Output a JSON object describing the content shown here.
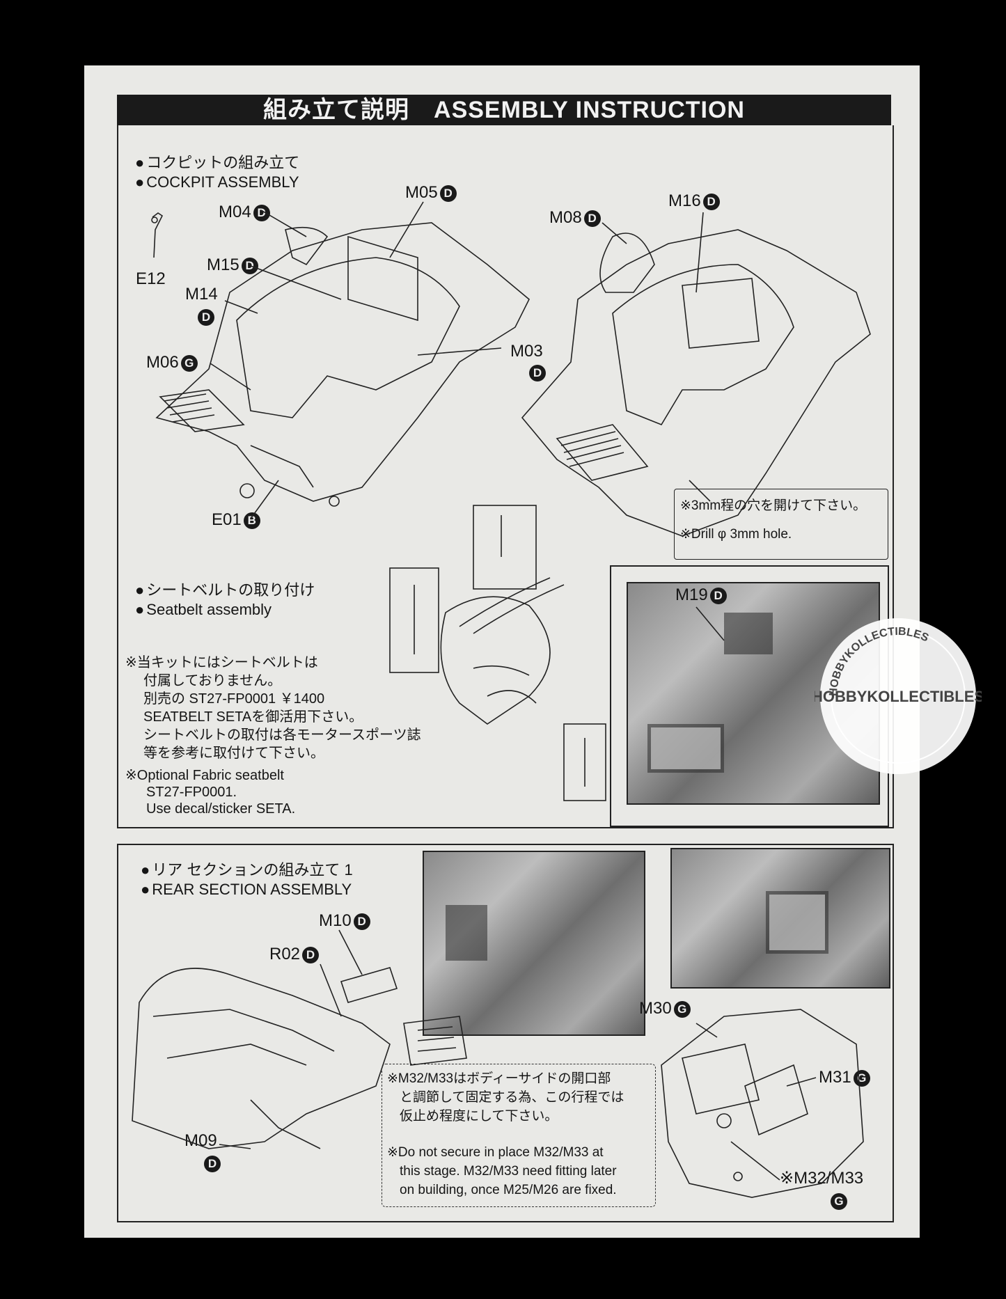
{
  "header": {
    "title": "組み立て説明　ASSEMBLY INSTRUCTION"
  },
  "cockpit": {
    "title_jp": "コクピットの組み立て",
    "title_en": "COCKPIT ASSEMBLY",
    "labels": {
      "e12": "E12",
      "m04": "M04",
      "m05": "M05",
      "m15": "M15",
      "m14": "M14",
      "m06": "M06",
      "m03": "M03",
      "e01": "E01",
      "m08": "M08",
      "m16": "M16"
    },
    "note_jp": "※3mm程の穴を開けて下さい。",
    "note_en": "※Drill φ 3mm hole."
  },
  "seatbelt": {
    "title_jp": "シートベルトの取り付け",
    "title_en": "Seatbelt assembly",
    "label_m19": "M19",
    "notes": [
      "※当キットにはシートベルトは",
      "付属しておりません。",
      "別売の ST27-FP0001 ￥1400",
      "SEATBELT SETAを御活用下さい。",
      "シートベルトの取付は各モータースポーツ誌",
      "等を参考に取付けて下さい。",
      "※Optional Fabric seatbelt",
      "ST27-FP0001.",
      "Use decal/sticker SETA."
    ]
  },
  "rear": {
    "title_jp": "リア セクションの組み立て 1",
    "title_en": "REAR SECTION ASSEMBLY",
    "labels": {
      "m10": "M10",
      "r02": "R02",
      "m09": "M09",
      "m30": "M30",
      "m31": "M31",
      "m3233": "※M32/M33"
    },
    "note_jp": [
      "※M32/M33はボディーサイドの開口部",
      "と調節して固定する為、この行程では",
      "仮止め程度にして下さい。"
    ],
    "note_en": [
      "※Do not secure in place M32/M33 at",
      "this stage. M32/M33 need fitting later",
      "on building, once M25/M26 are fixed."
    ]
  },
  "circle_letters": {
    "d": "D",
    "b": "B",
    "g": "G"
  },
  "stamp": {
    "text": "HOBBYKOLLECTIBLES"
  }
}
